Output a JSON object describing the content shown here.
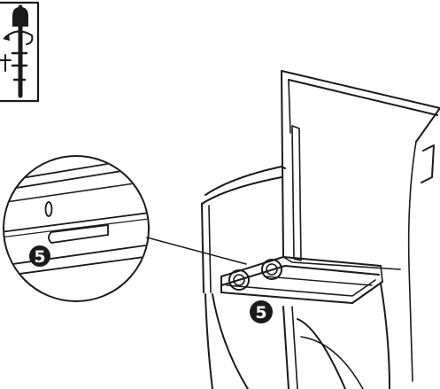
{
  "diagram": {
    "callouts": {
      "detail_step": "5",
      "main_step": "5"
    },
    "icons": {
      "inset": "screwdriver-rotate-icon",
      "callout": "step-number-badge"
    },
    "colors": {
      "ink": "#1a1a1a",
      "background": "#ffffff"
    }
  }
}
